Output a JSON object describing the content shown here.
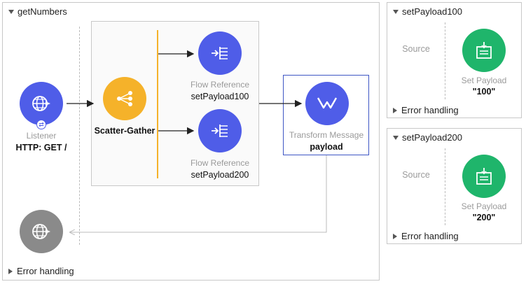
{
  "main_flow": {
    "title": "getNumbers",
    "error_handling": "Error handling",
    "listener": {
      "type_label": "Listener",
      "name": "HTTP: GET /",
      "badge": "⇄"
    },
    "scatter_gather": {
      "name": "Scatter-Gather"
    },
    "flow_ref_1": {
      "type_label": "Flow Reference",
      "name": "setPayload100"
    },
    "flow_ref_2": {
      "type_label": "Flow Reference",
      "name": "setPayload200"
    },
    "transform": {
      "type_label": "Transform Message",
      "name": "payload"
    }
  },
  "sub_flow_1": {
    "title": "setPayload100",
    "source_label": "Source",
    "processor_type": "Set Payload",
    "processor_value": "\"100\"",
    "error_handling": "Error handling"
  },
  "sub_flow_2": {
    "title": "setPayload200",
    "source_label": "Source",
    "processor_type": "Set Payload",
    "processor_value": "\"200\"",
    "error_handling": "Error handling"
  },
  "colors": {
    "connector_blue": "#4f5de8",
    "router_yellow": "#f5b22a",
    "transformer_green": "#1fb56b",
    "response_grey": "#8a8a8a",
    "selected_border": "#3e56c4"
  }
}
